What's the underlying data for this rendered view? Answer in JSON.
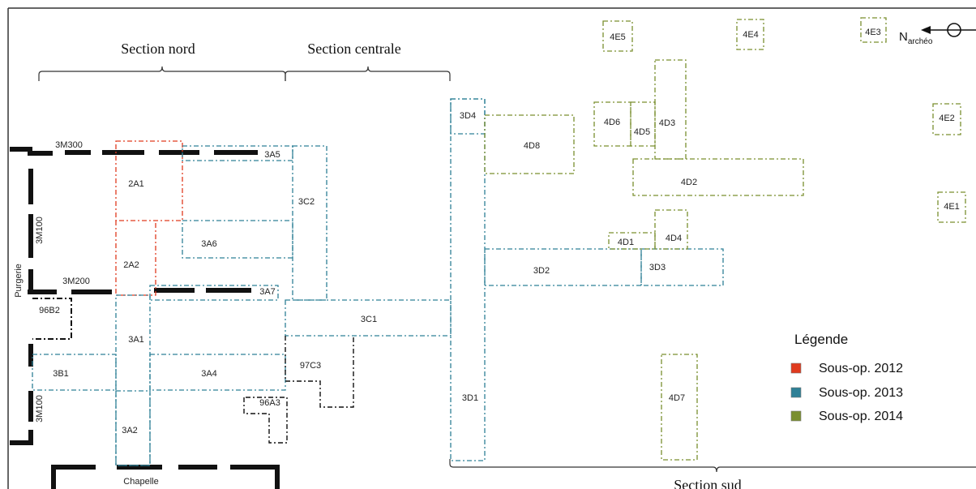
{
  "sections": {
    "nord": "Section nord",
    "centrale": "Section centrale",
    "sud": "Section sud"
  },
  "structures": {
    "chapelle": "Chapelle",
    "purgerie": "Purgerie",
    "wall_3M300": "3M300",
    "wall_3M200": "3M200",
    "wall_3M100_upper": "3M100",
    "wall_3M100_lower": "3M100"
  },
  "north_label": {
    "main": "N",
    "sub": "archéo"
  },
  "legend": {
    "title": "Légende",
    "items": [
      {
        "label": "Sous-op. 2012",
        "color": "#e03a1e"
      },
      {
        "label": "Sous-op. 2013",
        "color": "#2e8096"
      },
      {
        "label": "Sous-op. 2014",
        "color": "#7a8f2f"
      }
    ]
  },
  "units": {
    "2A1": "2A1",
    "2A2": "2A2",
    "3A1": "3A1",
    "3A2": "3A2",
    "3A4": "3A4",
    "3A5": "3A5",
    "3A6": "3A6",
    "3A7": "3A7",
    "3B1": "3B1",
    "3C1": "3C1",
    "3C2": "3C2",
    "3D1": "3D1",
    "3D2": "3D2",
    "3D3": "3D3",
    "3D4": "3D4",
    "4D1": "4D1",
    "4D2": "4D2",
    "4D3": "4D3",
    "4D4": "4D4",
    "4D5": "4D5",
    "4D6": "4D6",
    "4D7": "4D7",
    "4D8": "4D8",
    "4E1": "4E1",
    "4E2": "4E2",
    "4E3": "4E3",
    "4E4": "4E4",
    "4E5": "4E5",
    "96A3": "96A3",
    "96B2": "96B2",
    "97C3": "97C3"
  }
}
